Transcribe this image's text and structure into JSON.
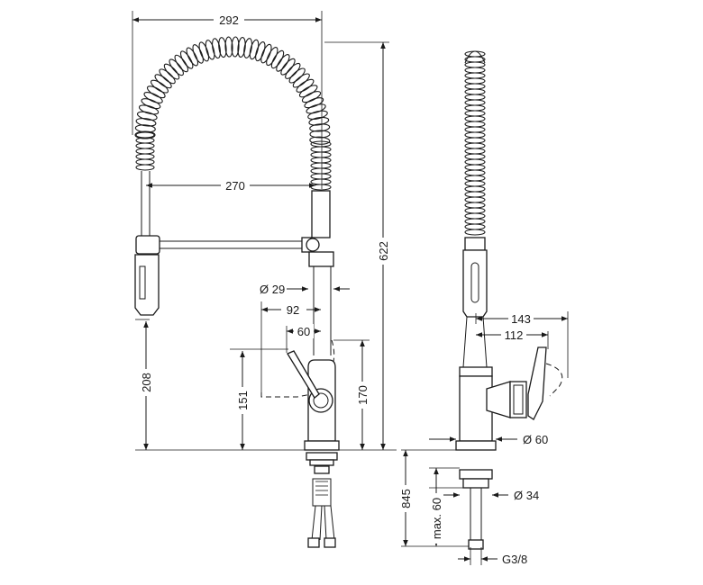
{
  "diagram": {
    "front_view": {
      "dim_total_width": "292",
      "dim_spout_reach": "270",
      "dim_base_diameter": "Ø 29",
      "dim_lever_offset_92": "92",
      "dim_lever_offset_60": "60",
      "dim_handshower_height": "208",
      "dim_lever_height": "151",
      "dim_outlet_height": "170",
      "dim_total_height": "622"
    },
    "side_view": {
      "dim_lever_reach_143": "143",
      "dim_lever_reach_112": "112",
      "dim_body_diameter": "Ø 60",
      "dim_shank_diameter": "Ø 34",
      "dim_mount_depth": "845",
      "dim_max_deck": "max. 60",
      "dim_connection_thread": "G3/8"
    }
  }
}
